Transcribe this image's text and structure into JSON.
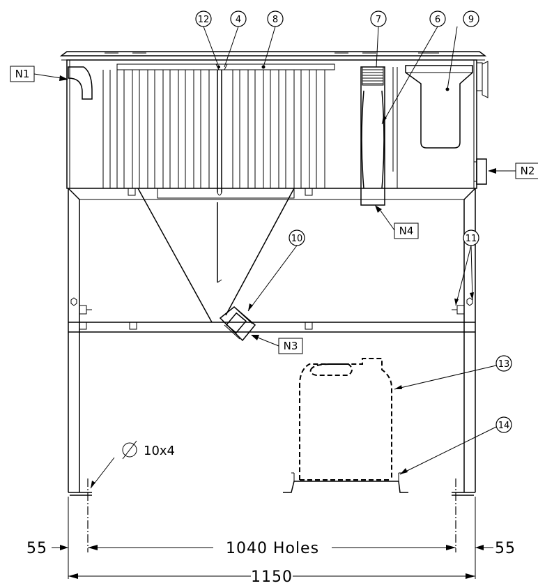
{
  "callouts": [
    {
      "id": "b12",
      "text": "12"
    },
    {
      "id": "b4",
      "text": "4"
    },
    {
      "id": "b8",
      "text": "8"
    },
    {
      "id": "b7",
      "text": "7"
    },
    {
      "id": "b6",
      "text": "6"
    },
    {
      "id": "b9",
      "text": "9"
    },
    {
      "id": "b10",
      "text": "10"
    },
    {
      "id": "b11",
      "text": "11"
    },
    {
      "id": "b13",
      "text": "13"
    },
    {
      "id": "b14",
      "text": "14"
    }
  ],
  "nozzles": {
    "n1": "N1",
    "n2": "N2",
    "n3": "N3",
    "n4": "N4"
  },
  "hole_note": "10x4",
  "dimensions": {
    "left_offset": "55",
    "right_offset": "55",
    "holes_span": "1040 Holes",
    "overall": "1150"
  }
}
